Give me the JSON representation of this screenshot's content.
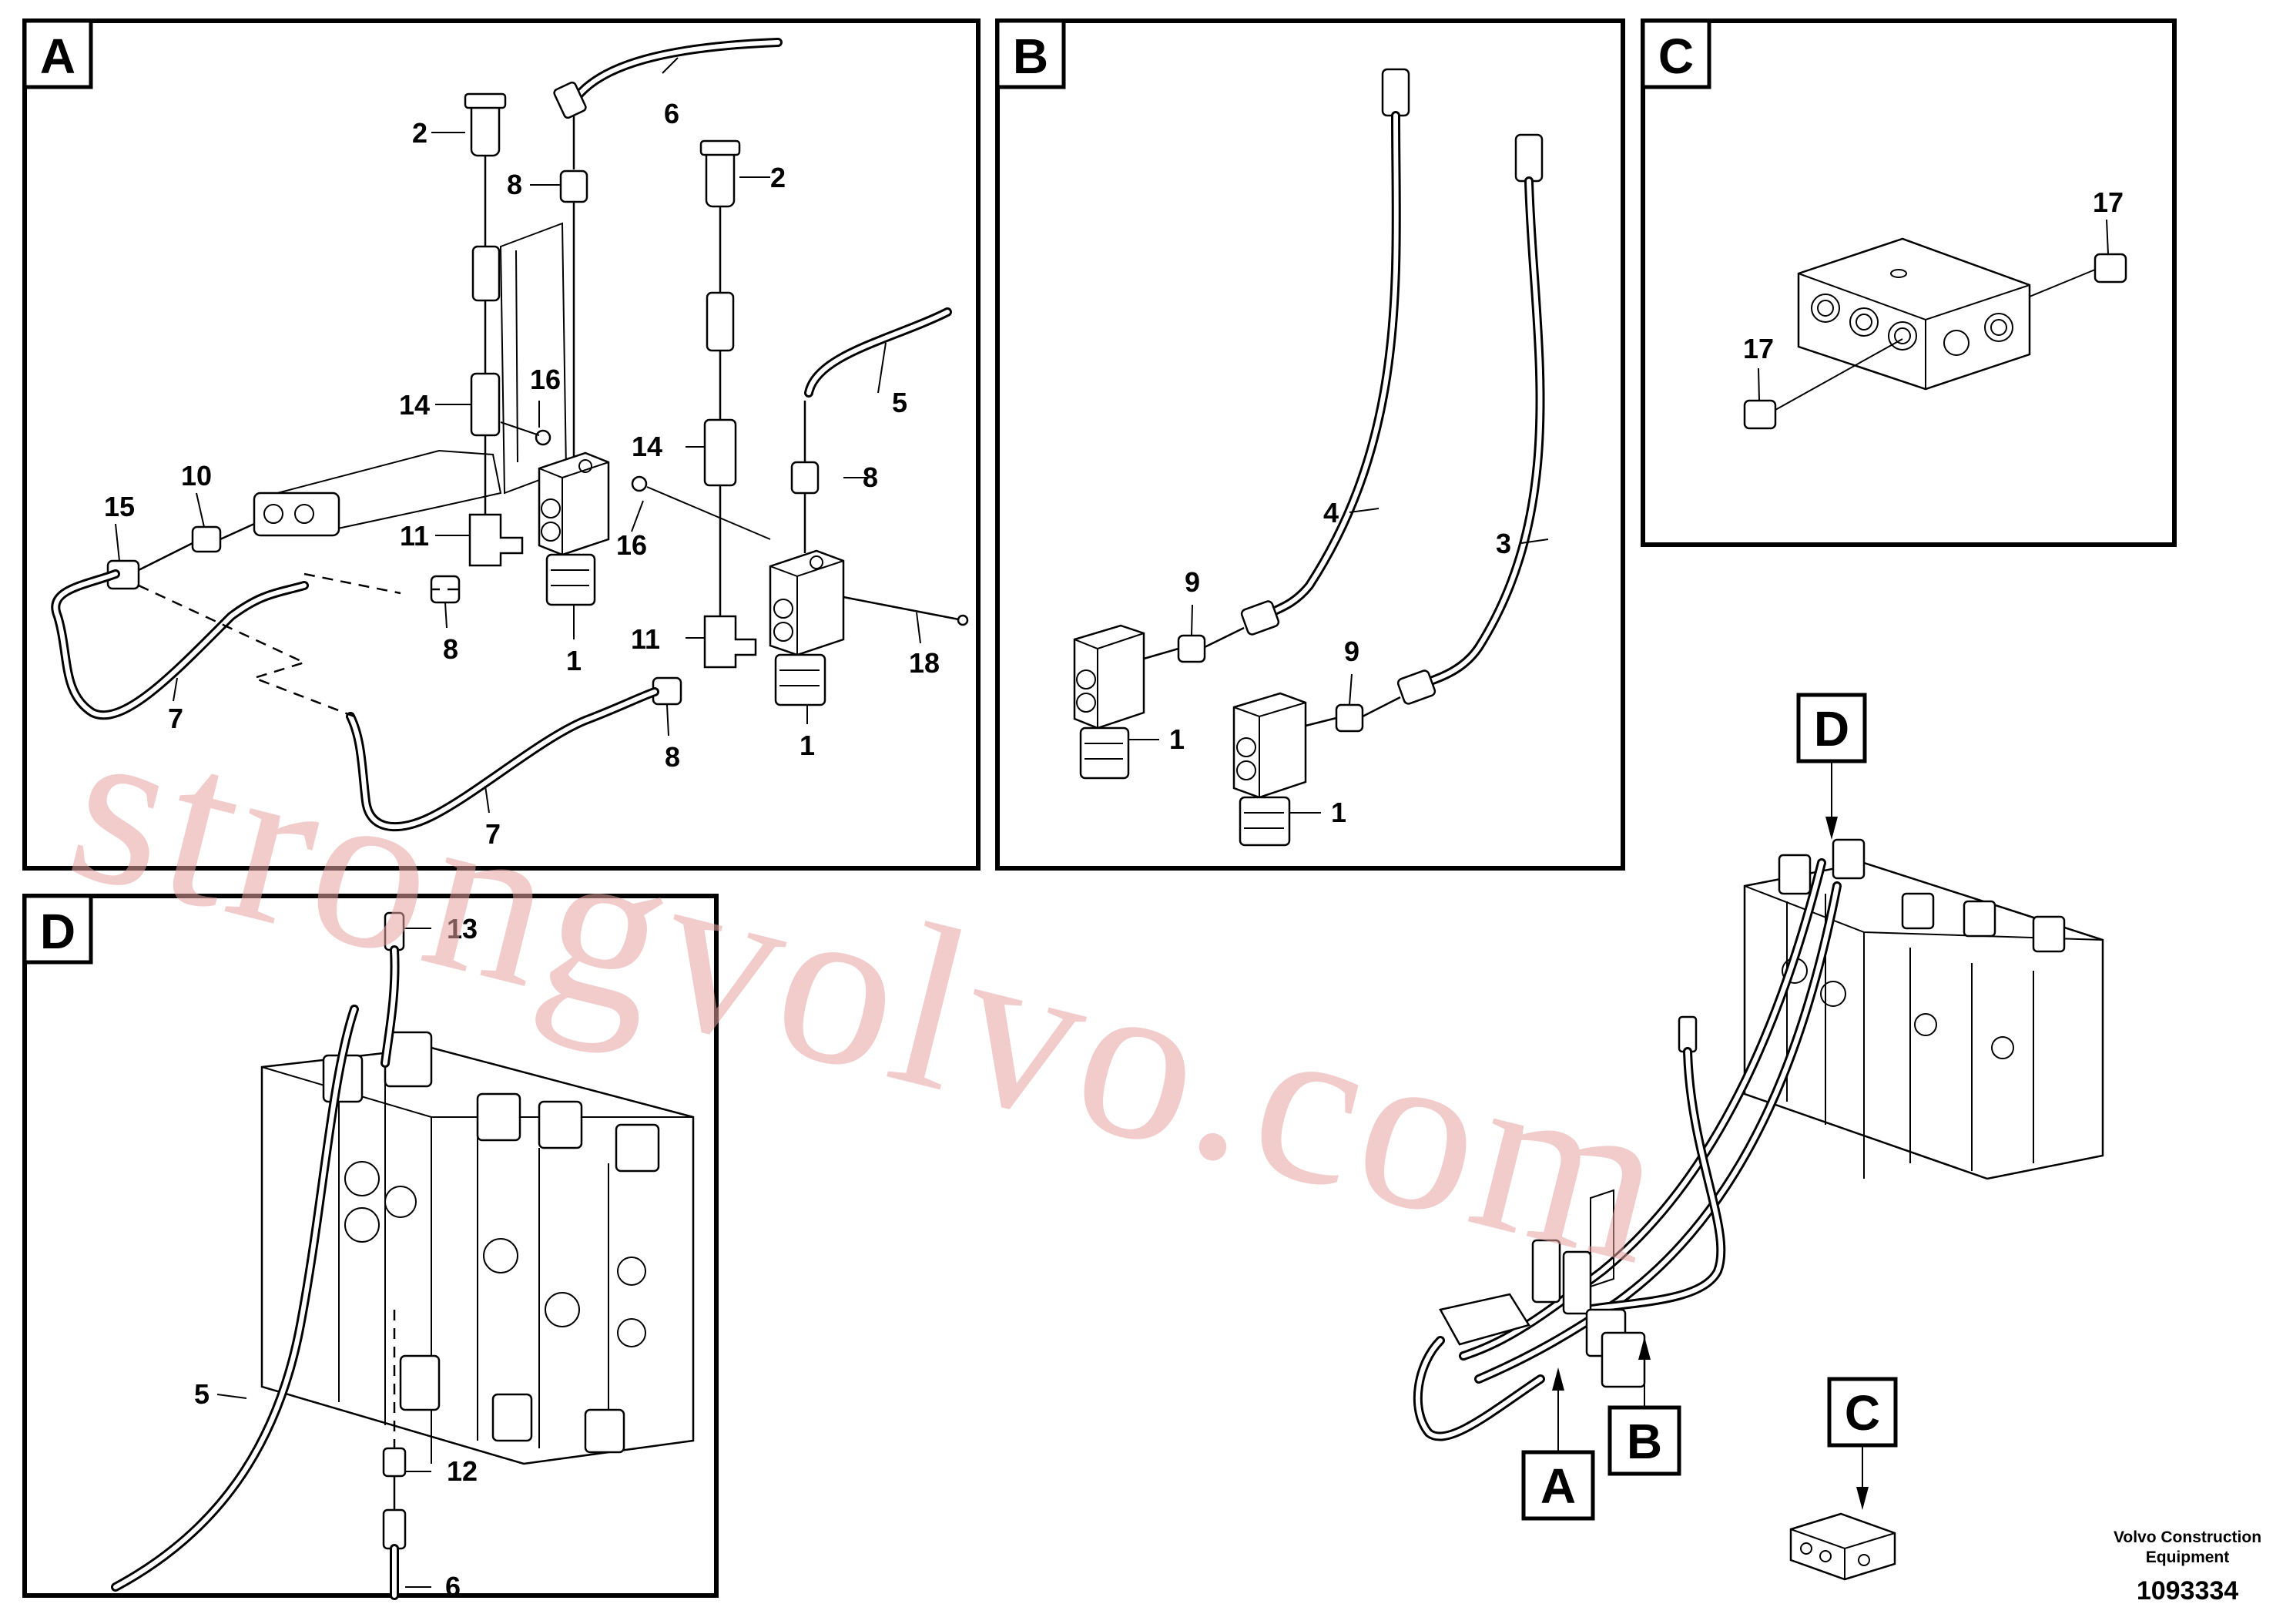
{
  "panels": {
    "a": {
      "letter": "A",
      "labels": [
        "2",
        "6",
        "8",
        "2",
        "16",
        "5",
        "14",
        "14",
        "8",
        "10",
        "15",
        "11",
        "16",
        "11",
        "8",
        "1",
        "18",
        "7",
        "7",
        "8",
        "1"
      ]
    },
    "b": {
      "letter": "B",
      "labels": [
        "4",
        "3",
        "9",
        "9",
        "1",
        "1"
      ]
    },
    "c": {
      "letter": "C",
      "labels": [
        "17",
        "17"
      ]
    },
    "d": {
      "letter": "D",
      "labels": [
        "13",
        "5",
        "12",
        "6"
      ]
    }
  },
  "overview": {
    "tags": [
      "D",
      "A",
      "B",
      "C"
    ]
  },
  "watermark": "strongvolvo.com",
  "footer": {
    "brand_line1": "Volvo Construction",
    "brand_line2": "Equipment",
    "doc_number": "1093334"
  }
}
